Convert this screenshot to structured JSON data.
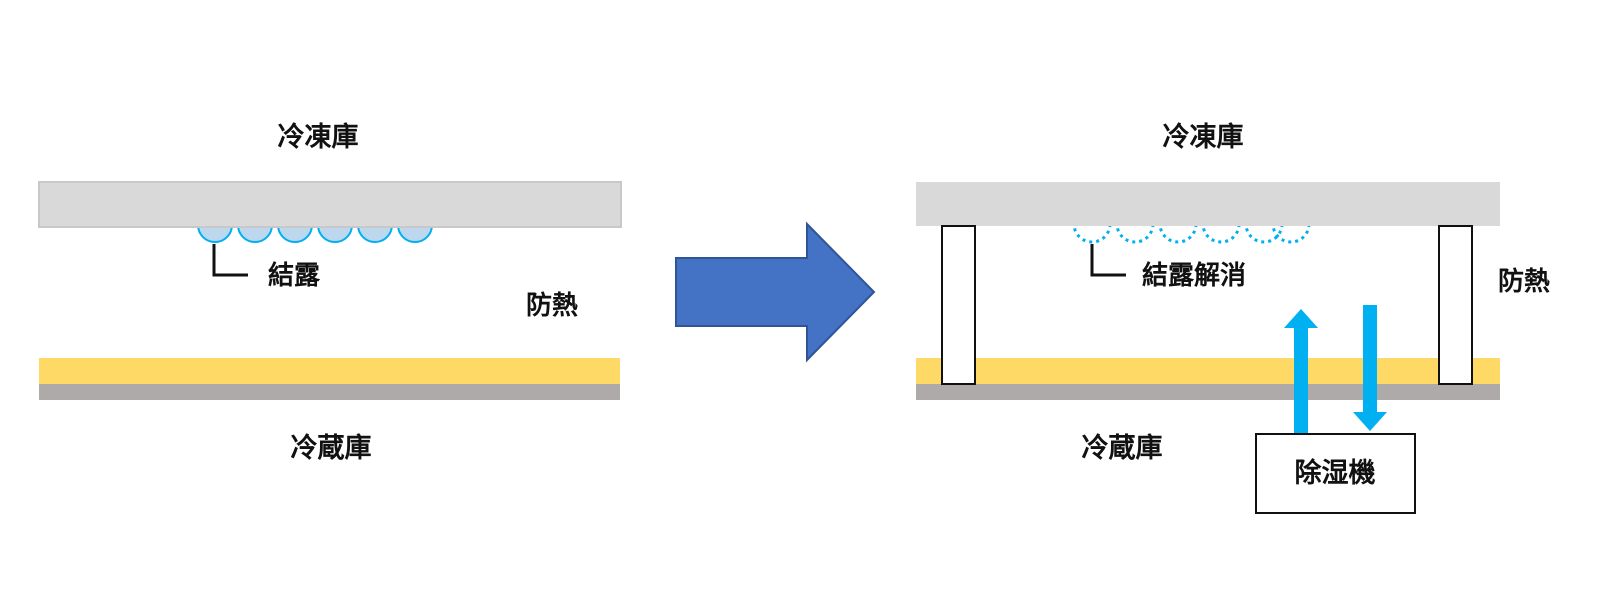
{
  "colors": {
    "freezer_plate": "#D9D9D9",
    "freezer_plate_border": "#C8C8C8",
    "insulation": "#FFD966",
    "fridge_plate": "#AEAAAA",
    "droplet_fill": "#BDD7EE",
    "droplet_stroke": "#00B0F0",
    "big_arrow_fill": "#4472C4",
    "big_arrow_stroke": "#2F5597",
    "flow_arrow": "#00B0F0",
    "line": "#111111"
  },
  "before": {
    "freezer_label": "冷凍庫",
    "condensation_label": "結露",
    "insulation_label": "防熱",
    "fridge_label": "冷蔵庫"
  },
  "after": {
    "freezer_label": "冷凍庫",
    "condensation_resolved_label": "結露解消",
    "insulation_label": "防熱",
    "fridge_label": "冷蔵庫",
    "dehumidifier_label": "除湿機"
  },
  "icons": {
    "transition_arrow": "arrow-right-icon",
    "airflow_up": "arrow-up-icon",
    "airflow_down": "arrow-down-icon"
  }
}
